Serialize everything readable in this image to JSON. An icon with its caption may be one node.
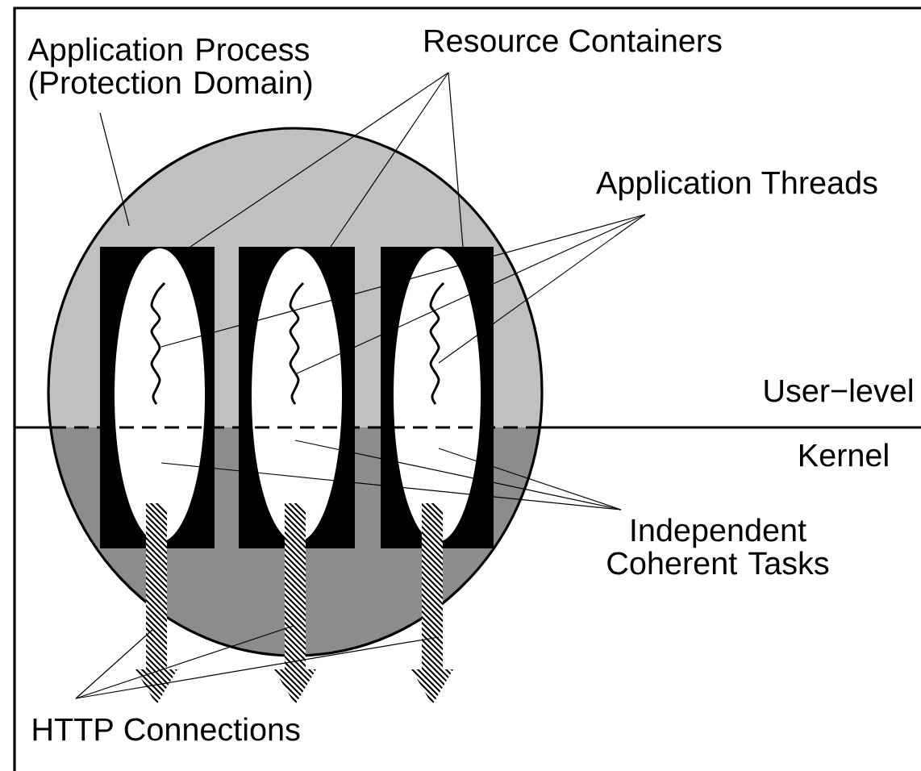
{
  "diagram": {
    "nodes": [
      {
        "text": [
          "Application Process (Protection Domain)"
        ]
      },
      {
        "text": [],
        "shape": "circle"
      },
      {
        "text": [
          "Resource Containers"
        ]
      },
      {
        "text": [],
        "shape": "box",
        "in": 1
      },
      {
        "text": [],
        "shape": "box",
        "in": 1
      },
      {
        "text": [],
        "shape": "box",
        "in": 1
      },
      {
        "text": [],
        "shape": "ellipse",
        "in": 3
      },
      {
        "text": [],
        "shape": "ellipse",
        "in": 4
      },
      {
        "text": [],
        "shape": "ellipse",
        "in": 5
      },
      {
        "text": [
          "Application Threads"
        ]
      },
      {
        "text": [],
        "shape": "wave",
        "in": 6
      },
      {
        "text": [],
        "shape": "wave",
        "in": 7
      },
      {
        "text": [],
        "shape": "wave",
        "in": 8
      },
      {
        "text": [
          "Independent Coherent Tasks"
        ]
      },
      {
        "text": [
          "HTTP Connections"
        ]
      },
      {
        "text": [],
        "shape": "arrow"
      },
      {
        "text": [],
        "shape": "arrow"
      },
      {
        "text": [],
        "shape": "arrow"
      }
    ],
    "edges": [
      {
        "from": 0,
        "to": 1,
        "arrow": "none"
      },
      {
        "from": 2,
        "to": 3,
        "arrow": "none"
      },
      {
        "from": 2,
        "to": 4,
        "arrow": "none"
      },
      {
        "from": 2,
        "to": 5,
        "arrow": "none"
      },
      {
        "from": 9,
        "to": 10,
        "arrow": "none"
      },
      {
        "from": 9,
        "to": 11,
        "arrow": "none"
      },
      {
        "from": 9,
        "to": 12,
        "arrow": "none"
      },
      {
        "from": 13,
        "to": 6,
        "arrow": "none"
      },
      {
        "from": 13,
        "to": 7,
        "arrow": "none"
      },
      {
        "from": 13,
        "to": 8,
        "arrow": "none"
      },
      {
        "from": 14,
        "to": 15,
        "arrow": "none"
      },
      {
        "from": 14,
        "to": 16,
        "arrow": "none"
      },
      {
        "from": 14,
        "to": 17,
        "arrow": "none"
      }
    ],
    "labels": [
      "User−level",
      "Kernel"
    ]
  }
}
